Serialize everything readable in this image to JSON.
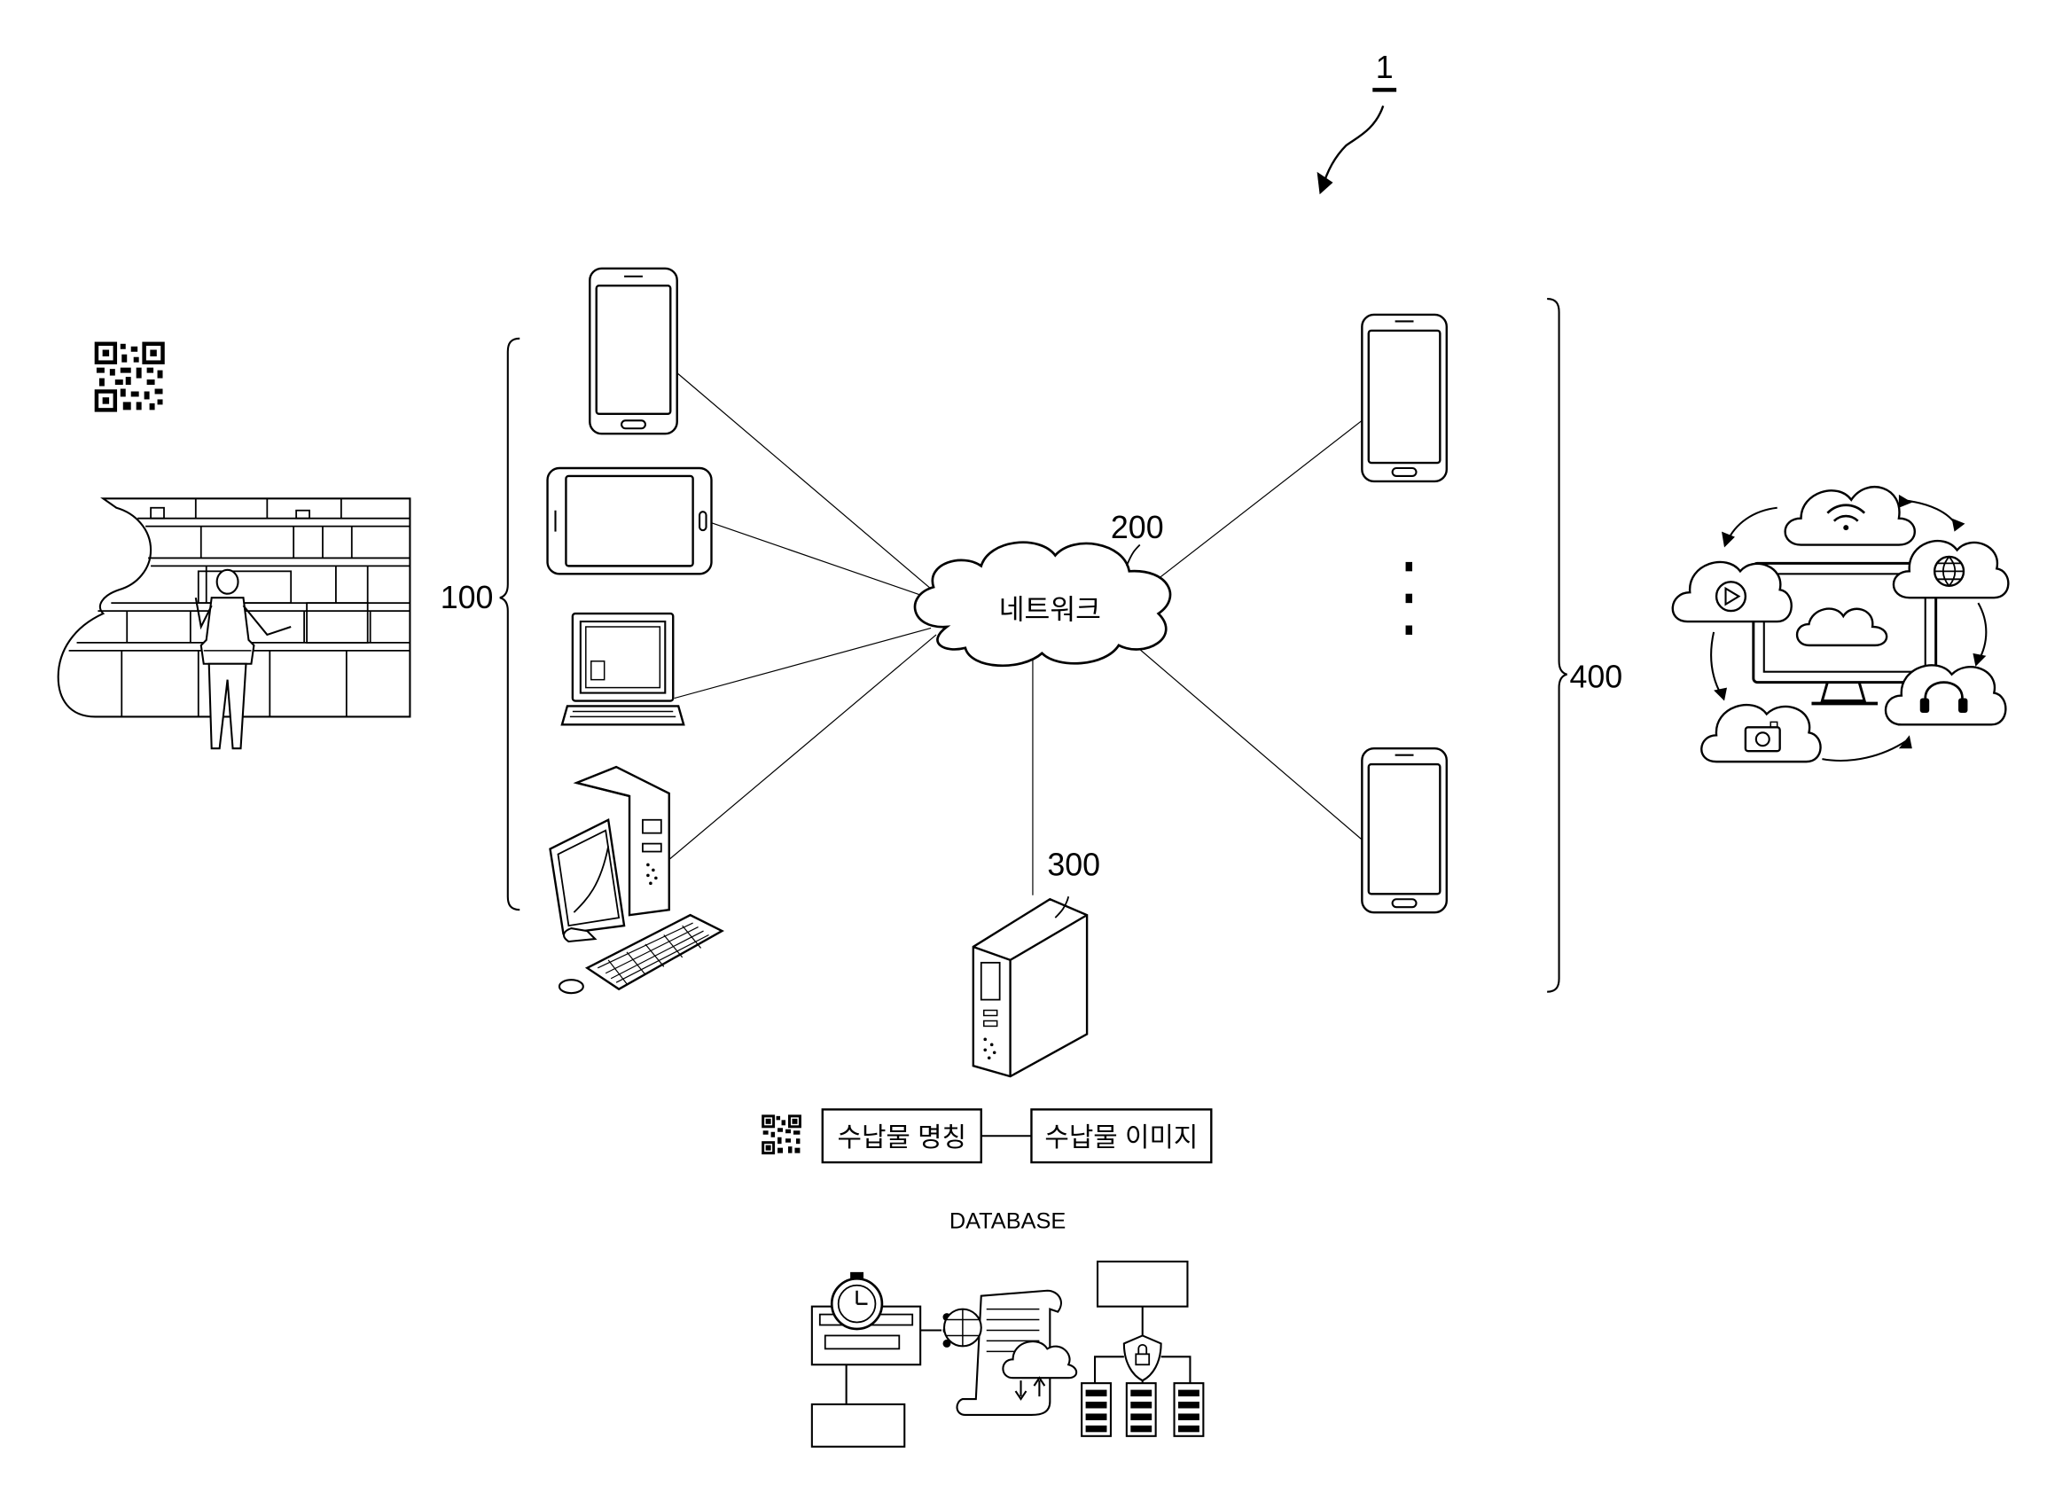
{
  "figure": {
    "reference_label": "1",
    "network": {
      "ref": "200",
      "label": "네트워크"
    },
    "user_terminals": {
      "ref": "100"
    },
    "server": {
      "ref": "300"
    },
    "receiver_terminals": {
      "ref": "400"
    },
    "database": {
      "title": "DATABASE",
      "field_name": "수납물 명칭",
      "field_image": "수납물 이미지"
    }
  },
  "icons": [
    "qr-code-icon",
    "storage-shelf-person-icon",
    "smartphone-icon",
    "tablet-icon",
    "laptop-icon",
    "desktop-computer-icon",
    "server-tower-icon",
    "cloud-monitor-services-icon",
    "stopwatch-form-icon",
    "document-cloud-icon",
    "secured-server-rack-icon"
  ]
}
